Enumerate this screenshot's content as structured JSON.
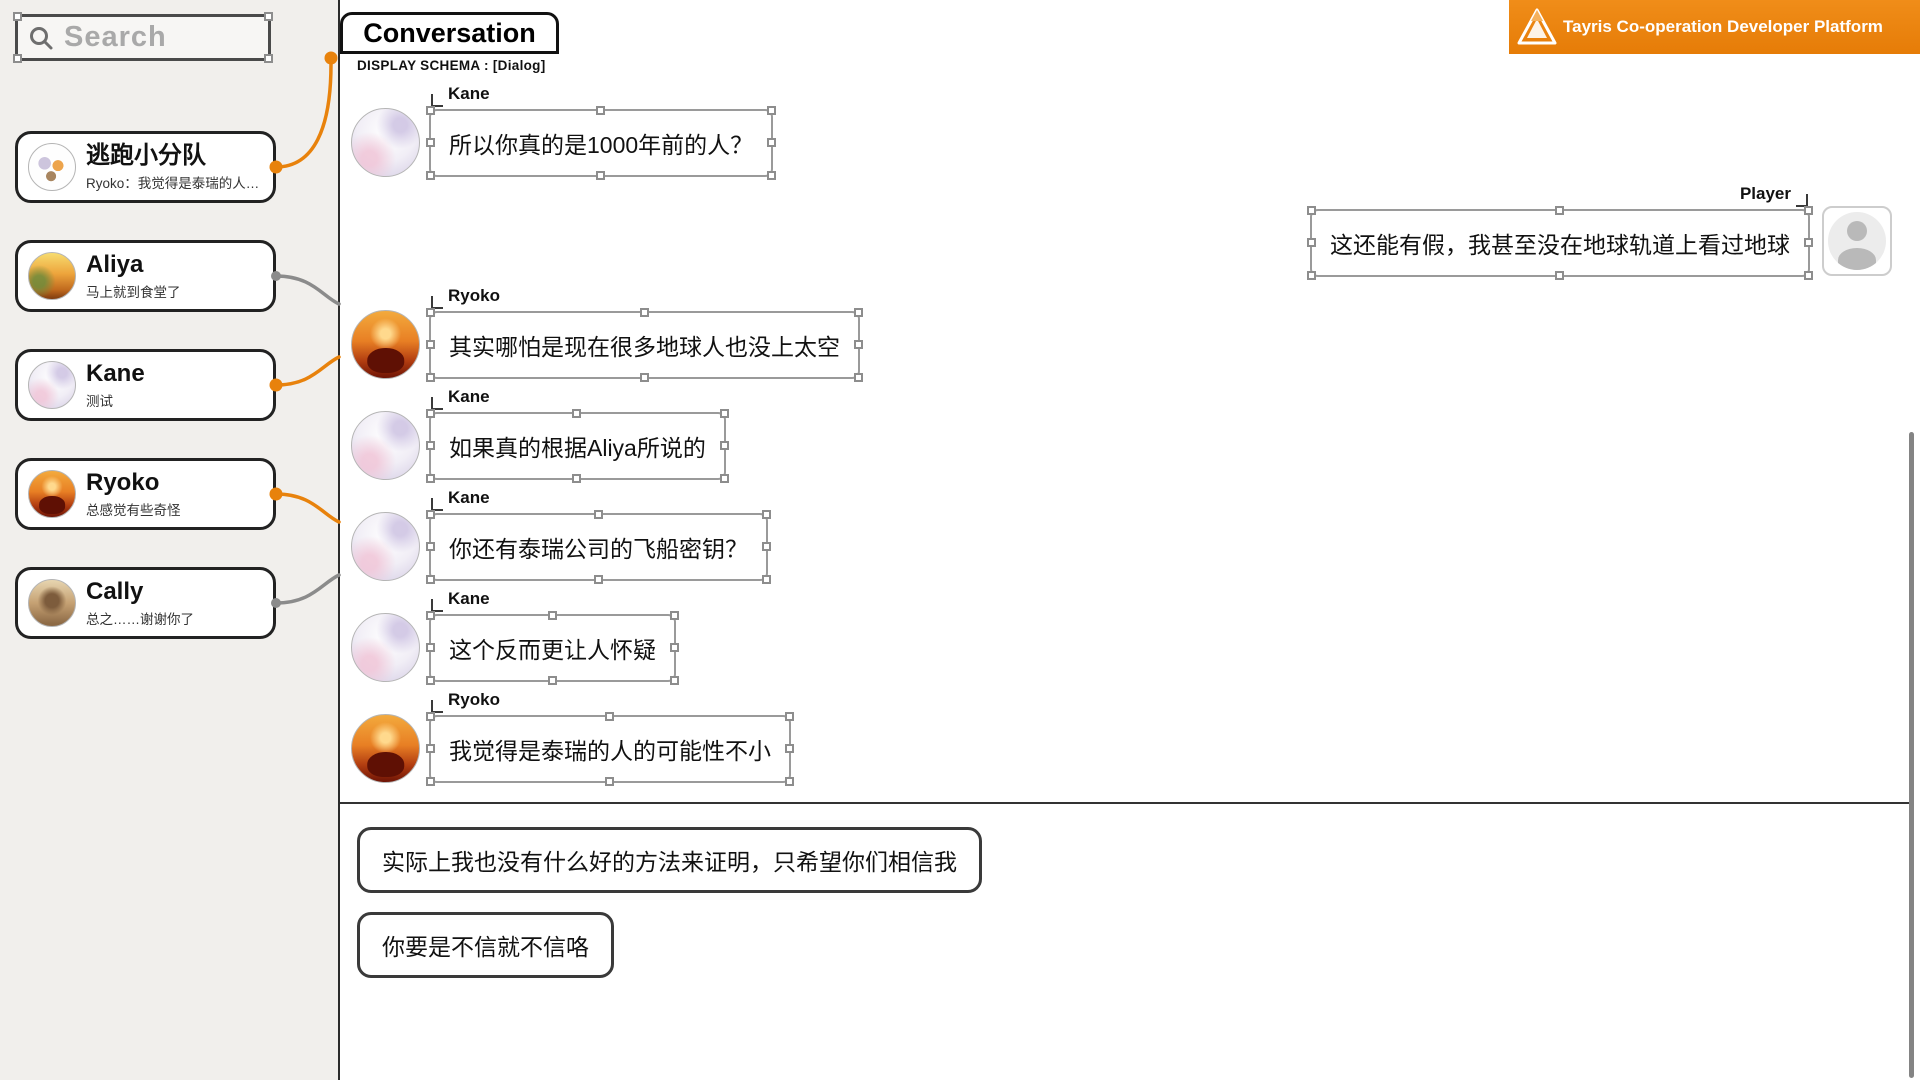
{
  "app": {
    "brand": "Tayris Co-operation Developer Platform",
    "tab": "Conversation",
    "schema_label": "DISPLAY SCHEMA : [Dialog]"
  },
  "search": {
    "placeholder": "Search"
  },
  "sidebar": {
    "items": [
      {
        "title": "逃跑小分队",
        "subtitle": "Ryoko：我觉得是泰瑞的人…",
        "accent": "orange"
      },
      {
        "title": "Aliya",
        "subtitle": "马上就到食堂了",
        "accent": "gray"
      },
      {
        "title": "Kane",
        "subtitle": "测试",
        "accent": "orange"
      },
      {
        "title": "Ryoko",
        "subtitle": "总感觉有些奇怪",
        "accent": "orange"
      },
      {
        "title": "Cally",
        "subtitle": "总之……谢谢你了",
        "accent": "gray"
      }
    ]
  },
  "conversation": {
    "messages": [
      {
        "speaker": "Kane",
        "side": "left",
        "text": "所以你真的是1000年前的人？"
      },
      {
        "speaker": "Player",
        "side": "right",
        "text": "这还能有假，我甚至没在地球轨道上看过地球"
      },
      {
        "speaker": "Ryoko",
        "side": "left",
        "text": "其实哪怕是现在很多地球人也没上太空"
      },
      {
        "speaker": "Kane",
        "side": "left",
        "text": "如果真的根据Aliya所说的"
      },
      {
        "speaker": "Kane",
        "side": "left",
        "text": "你还有泰瑞公司的飞船密钥？"
      },
      {
        "speaker": "Kane",
        "side": "left",
        "text": "这个反而更让人怀疑"
      },
      {
        "speaker": "Ryoko",
        "side": "left",
        "text": "我觉得是泰瑞的人的可能性不小"
      }
    ],
    "options": [
      "实际上我也没有什么好的方法来证明，只希望你们相信我",
      "你要是不信就不信咯"
    ]
  },
  "colors": {
    "accent_orange": "#E8820C",
    "connector_gray": "#8B8B8B"
  }
}
